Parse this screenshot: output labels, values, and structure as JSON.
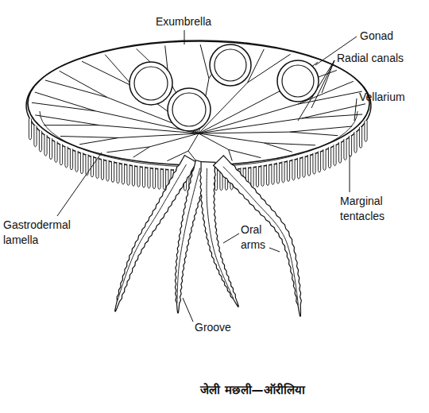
{
  "diagram": {
    "caption": "जेली मछली—ऑरीलिया",
    "labels": [
      "Exumbrella",
      "Gonad",
      "Radial canals",
      "Vellarium",
      "Marginal tentacles",
      "Gastrodermal lamella",
      "Oral arms",
      "Groove"
    ]
  }
}
